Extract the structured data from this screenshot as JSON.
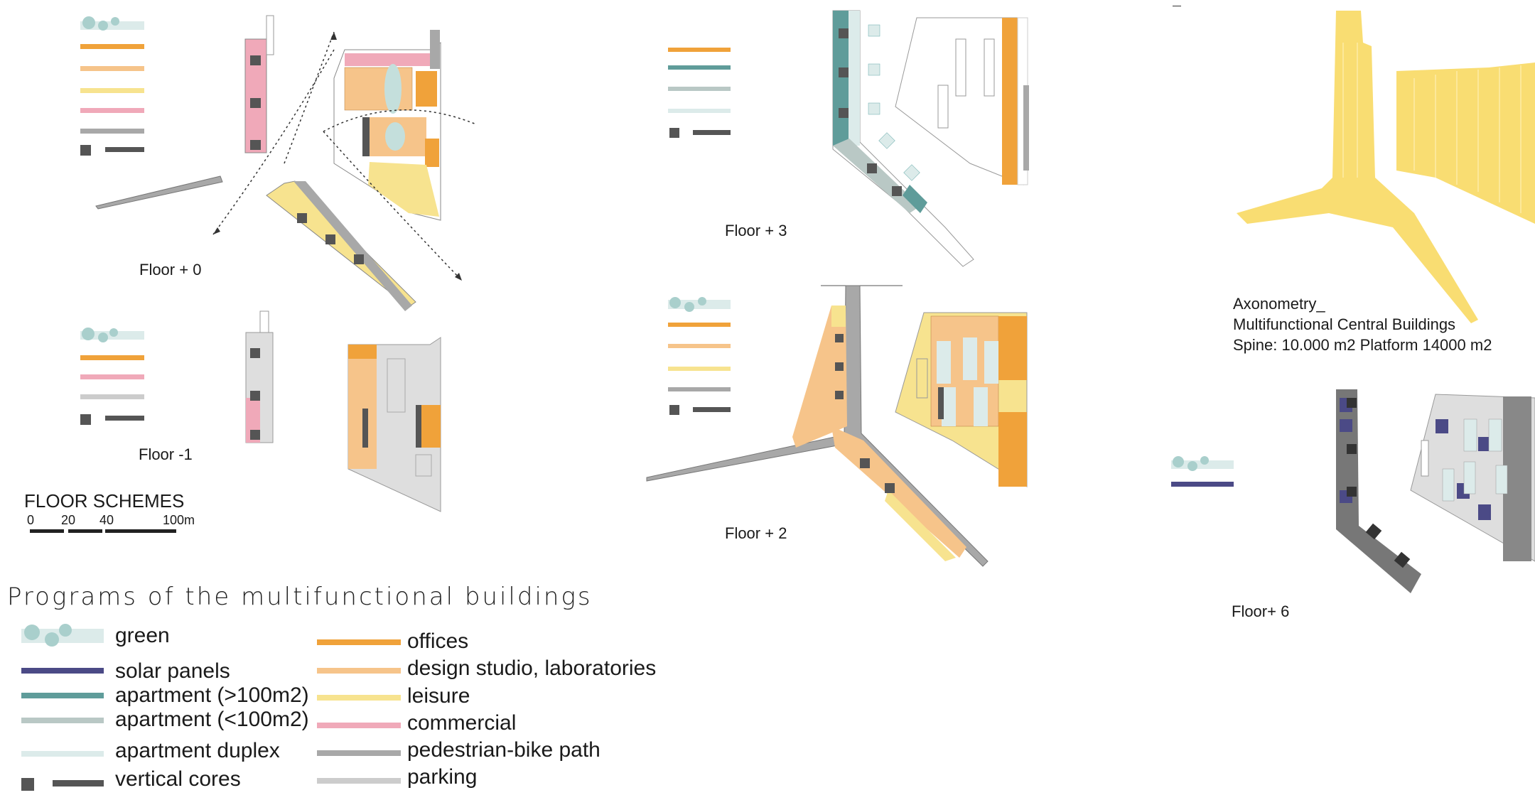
{
  "title": "Programs of the multifunctional buildings",
  "floor_schemes": {
    "label": "FLOOR SCHEMES",
    "scale_ticks": [
      "0",
      "20",
      "40",
      "100m"
    ]
  },
  "floors": {
    "f0": "Floor + 0",
    "fm1": "Floor -1",
    "f3": "Floor + 3",
    "f2": "Floor + 2",
    "f6": "Floor+ 6"
  },
  "axonometry": {
    "line1": "Axonometry_",
    "line2": "Multifunctional Central Buildings",
    "line3": "Spine: 10.000 m2 Platform 14000 m2"
  },
  "legend": {
    "left": [
      {
        "label": "green",
        "color": "#dcebea",
        "icon": "green-circles"
      },
      {
        "label": "solar panels",
        "color": "#4b4a86"
      },
      {
        "label": "apartment (>100m2)",
        "color": "#5f9c9a"
      },
      {
        "label": "apartment (<100m2)",
        "color": "#b9c8c5"
      },
      {
        "label": "apartment duplex",
        "color": "#dcebea"
      },
      {
        "label": "vertical cores",
        "color": "#555555",
        "icon": "core-square"
      }
    ],
    "right": [
      {
        "label": "offices",
        "color": "#f0a23a"
      },
      {
        "label": "design studio, laboratories",
        "color": "#f6c48a"
      },
      {
        "label": "leisure",
        "color": "#f7e38f"
      },
      {
        "label": "commercial",
        "color": "#f0a9b9"
      },
      {
        "label": "pedestrian-bike path",
        "color": "#a8a8a8"
      },
      {
        "label": "parking",
        "color": "#cccccc"
      }
    ]
  },
  "colors": {
    "offices": "#f0a23a",
    "studio": "#f6c48a",
    "leisure": "#f7e38f",
    "commercial": "#f0a9b9",
    "path": "#a8a8a8",
    "parking": "#dedede",
    "apt_large": "#5f9c9a",
    "apt_small": "#b9c8c5",
    "duplex": "#dcebea",
    "core": "#555555",
    "solar": "#4b4a86",
    "axo": "#f9dd72"
  }
}
